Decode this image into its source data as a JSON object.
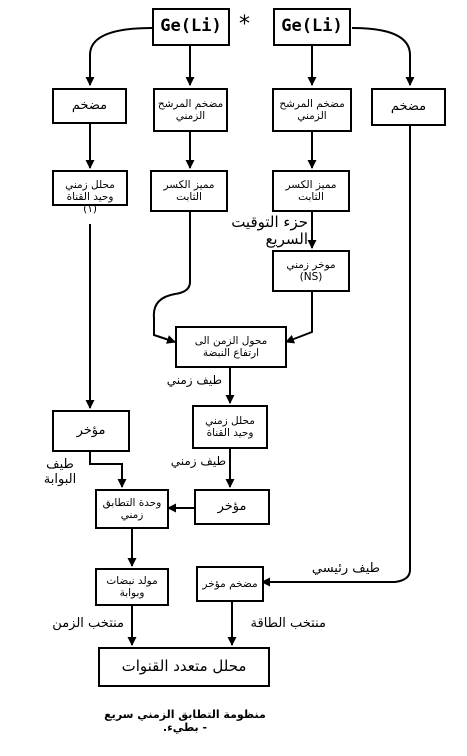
{
  "detectors": {
    "left": "Ge(Li)",
    "right": "Ge(Li)",
    "separator": "*"
  },
  "boxes": {
    "amp_left": "مضخم",
    "pre_left": "مضخم المرشح\nالزمني",
    "pre_right": "مضخم المرشح\nالزمني",
    "amp_right": "مضخم",
    "sca": "محلل زمني\nوحيد القناة\n(١)",
    "cfd_left": "مميز الكسر\nالثابت",
    "cfd_right": "مميز الكسر\nالثابت",
    "delay_ns": "موخر زمني\n(NS)",
    "tac": "محول الزمن الى\nارتفاع النبضة",
    "delay_left": "مؤخر",
    "sca2": "محلل زمني\nوحيد القناة",
    "delay_mid": "مؤخر",
    "coinc": "وحدة التطابق\nزمني",
    "gate": "مولد نبضات\nوبوابة",
    "delay_amp": "مضخم مؤخر",
    "mca": "محلل متعدد القنوات"
  },
  "labels": {
    "fast_timing": "حزء التوقيت\nالسريع",
    "time_spectrum1": "طيف زمني",
    "time_spectrum2": "طيف زمني",
    "gate_spectrum": "طيف\nالبوابة",
    "main_spectrum": "طيف رئيسي",
    "time_selector": "منتخب الزمن",
    "energy_selector": "منتخب الطاقة"
  },
  "caption": "منظومة التطابق الزمني سريع - بطيء."
}
